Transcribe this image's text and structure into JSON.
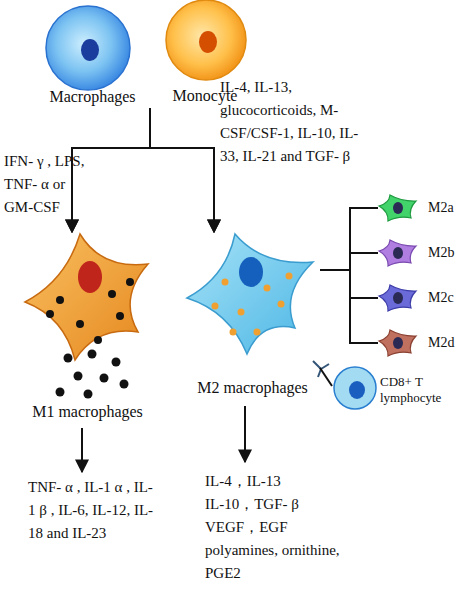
{
  "diagram": {
    "nodes": [
      {
        "text": [
          "Macrophages"
        ]
      },
      {
        "text": [
          "Monocyte"
        ]
      },
      {
        "text": [
          "M1 macrophages"
        ]
      },
      {
        "text": [
          "M2 macrophages"
        ]
      },
      {
        "text": [
          "CD8+ T lymphocyte"
        ]
      },
      {
        "text": [
          "M2a"
        ]
      },
      {
        "text": [
          "M2b"
        ]
      },
      {
        "text": [
          "M2c"
        ]
      },
      {
        "text": [
          "M2d"
        ]
      }
    ],
    "edges": [
      {
        "from": 0,
        "to": 2,
        "arrow": "to"
      },
      {
        "from": 0,
        "to": 3,
        "arrow": "to"
      },
      {
        "from": 1,
        "to": 2,
        "arrow": "to"
      },
      {
        "from": 1,
        "to": 3,
        "arrow": "to"
      },
      {
        "from": 3,
        "to": 4,
        "arrow": "none"
      },
      {
        "from": 3,
        "to": 5,
        "arrow": "none"
      },
      {
        "from": 3,
        "to": 6,
        "arrow": "none"
      },
      {
        "from": 3,
        "to": 7,
        "arrow": "none"
      },
      {
        "from": 3,
        "to": 8,
        "arrow": "none"
      }
    ],
    "labels": [
      "IFN- γ , LPS, TNF- α or GM-CSF",
      "IL-4, IL-13, glucocorticoids, M-CSF/CSF-1, IL-10, IL-33, IL-21 and TGF- β",
      "TNF- α , IL-1 α , IL-1 β , IL-6, IL-12, IL-18 and IL-23",
      "IL-4，IL-13",
      "IL-10，TGF- β",
      "VEGF，EGF",
      "polyamines, ornithine,",
      "PGE2"
    ]
  }
}
